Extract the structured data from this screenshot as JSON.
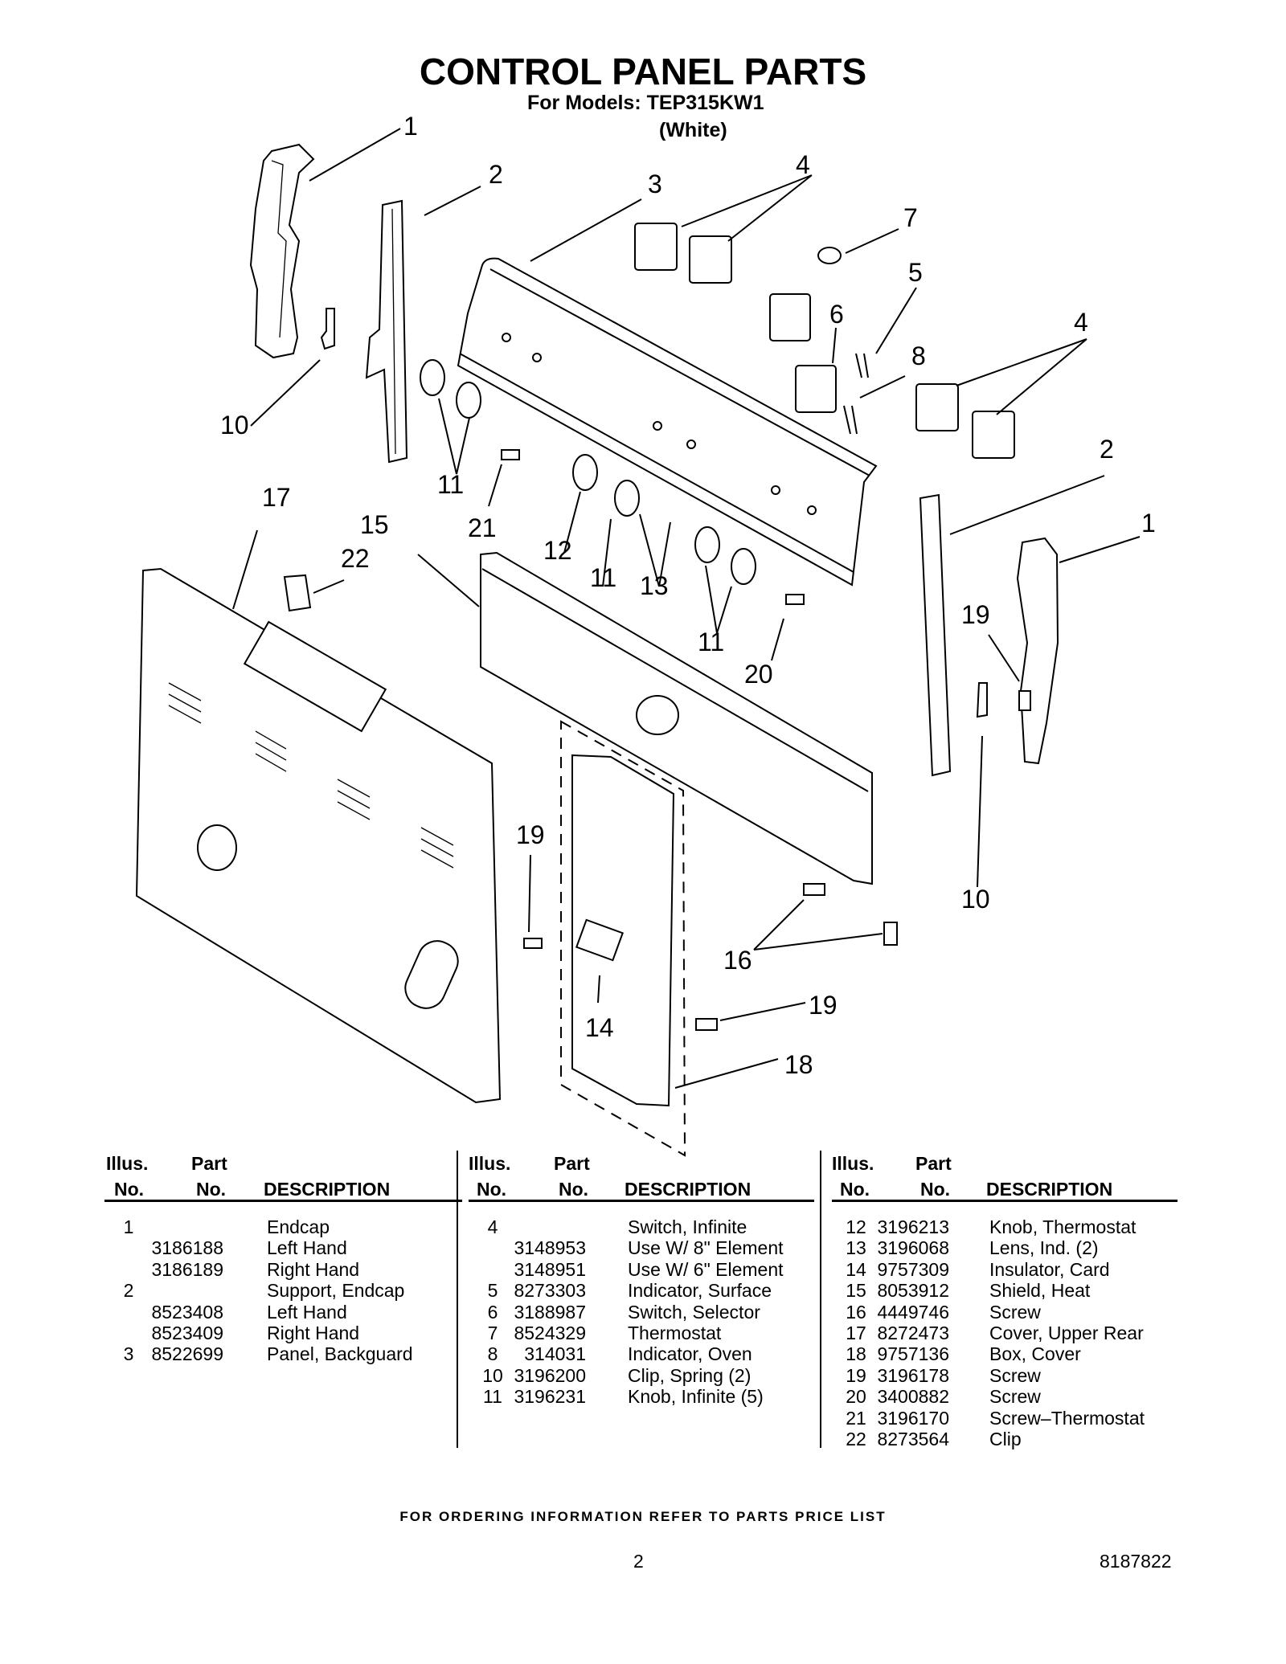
{
  "header": {
    "title": "CONTROL PANEL PARTS",
    "models_line": "For Models: TEP315KW1",
    "color_line": "(White)"
  },
  "callouts": {
    "c1a": "1",
    "c2a": "2",
    "c3": "3",
    "c4a": "4",
    "c7": "7",
    "c5": "5",
    "c6": "6",
    "c8": "8",
    "c4b": "4",
    "c2b": "2",
    "c1b": "1",
    "c10a": "10",
    "c11a": "11",
    "c21": "21",
    "c12": "12",
    "c11b": "11",
    "c13": "13",
    "c11c": "11",
    "c20": "20",
    "c17": "17",
    "c15": "15",
    "c22": "22",
    "c19a": "19",
    "c19b": "19",
    "c10b": "10",
    "c16": "16",
    "c19c": "19",
    "c14": "14",
    "c18": "18"
  },
  "table_headers": {
    "illus1": "Illus.",
    "illus2": "No.",
    "part1": "Part",
    "part2": "No.",
    "desc": "DESCRIPTION"
  },
  "table": {
    "col1": [
      {
        "illus": "1",
        "part": "",
        "desc": "Endcap"
      },
      {
        "illus": "",
        "part": "3186188",
        "desc": "Left Hand"
      },
      {
        "illus": "",
        "part": "3186189",
        "desc": "Right Hand"
      },
      {
        "illus": "2",
        "part": "",
        "desc": "Support, Endcap"
      },
      {
        "illus": "",
        "part": "8523408",
        "desc": "Left Hand"
      },
      {
        "illus": "",
        "part": "8523409",
        "desc": "Right Hand"
      },
      {
        "illus": "3",
        "part": "8522699",
        "desc": "Panel, Backguard"
      }
    ],
    "col2": [
      {
        "illus": "4",
        "part": "",
        "desc": "Switch, Infinite"
      },
      {
        "illus": "",
        "part": "3148953",
        "desc": "Use W/ 8\" Element"
      },
      {
        "illus": "",
        "part": "3148951",
        "desc": "Use W/ 6\" Element"
      },
      {
        "illus": "5",
        "part": "8273303",
        "desc": "Indicator, Surface"
      },
      {
        "illus": "6",
        "part": "3188987",
        "desc": "Switch, Selector"
      },
      {
        "illus": "7",
        "part": "8524329",
        "desc": "Thermostat"
      },
      {
        "illus": "8",
        "part": "314031",
        "desc": "Indicator, Oven"
      },
      {
        "illus": "10",
        "part": "3196200",
        "desc": "Clip, Spring (2)"
      },
      {
        "illus": "11",
        "part": "3196231",
        "desc": "Knob, Infinite (5)"
      }
    ],
    "col3": [
      {
        "illus": "12",
        "part": "3196213",
        "desc": "Knob, Thermostat"
      },
      {
        "illus": "13",
        "part": "3196068",
        "desc": "Lens, Ind. (2)"
      },
      {
        "illus": "14",
        "part": "9757309",
        "desc": "Insulator, Card"
      },
      {
        "illus": "15",
        "part": "8053912",
        "desc": "Shield, Heat"
      },
      {
        "illus": "16",
        "part": "4449746",
        "desc": "Screw"
      },
      {
        "illus": "17",
        "part": "8272473",
        "desc": "Cover, Upper Rear"
      },
      {
        "illus": "18",
        "part": "9757136",
        "desc": "Box, Cover"
      },
      {
        "illus": "19",
        "part": "3196178",
        "desc": "Screw"
      },
      {
        "illus": "20",
        "part": "3400882",
        "desc": "Screw"
      },
      {
        "illus": "21",
        "part": "3196170",
        "desc": "Screw–Thermostat"
      },
      {
        "illus": "22",
        "part": "8273564",
        "desc": "Clip"
      }
    ]
  },
  "footer": {
    "note": "FOR ORDERING INFORMATION REFER TO PARTS PRICE LIST",
    "page": "2",
    "doc_number": "8187822"
  }
}
